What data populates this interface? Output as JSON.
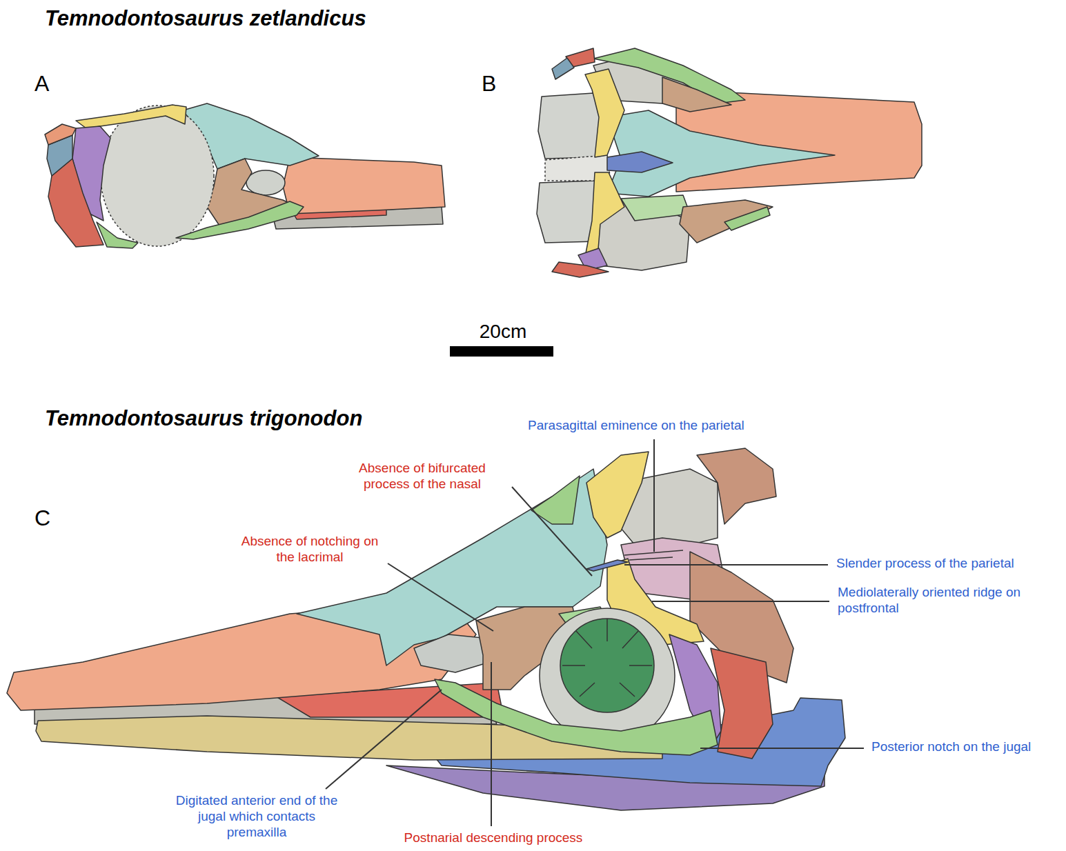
{
  "diagram": {
    "labels": [
      "Temnodontosaurus zetlandicus",
      "A",
      "B",
      "20cm",
      "Temnodontosaurus trigonodon",
      "Parasagittal eminence on the parietal",
      "Absence of bifurcated process of the nasal",
      "C",
      "Absence of notching on the lacrimal",
      "Slender process of the parietal",
      "Mediolaterally oriented ridge on postfrontal",
      "Posterior notch on the jugal",
      "Digitated anterior end of the jugal which contacts premaxilla",
      "Postnarial descending process"
    ]
  }
}
